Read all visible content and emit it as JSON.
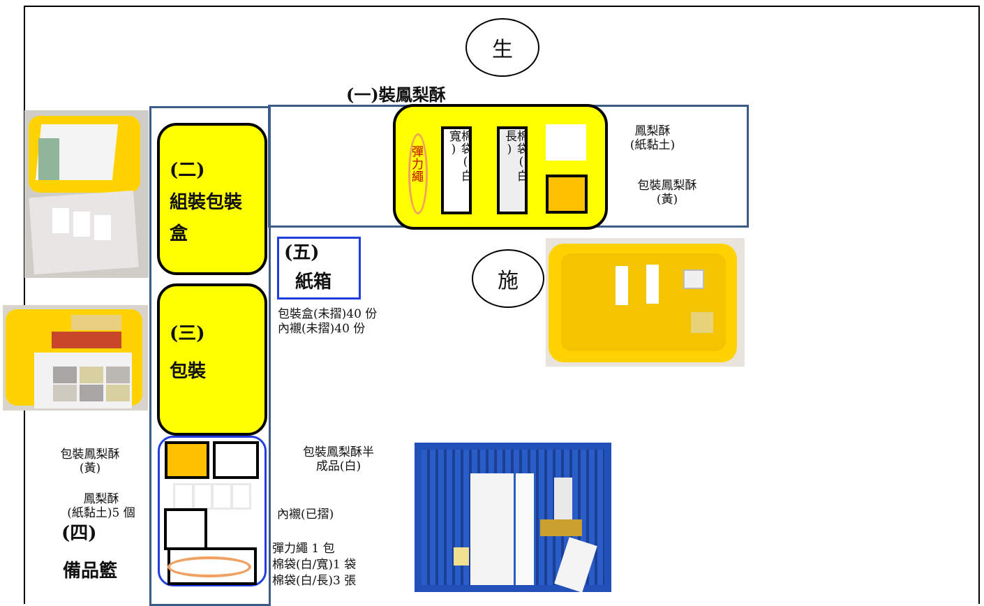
{
  "circles": {
    "student": "生",
    "instructor": "施"
  },
  "stations": {
    "s1": {
      "title": "(一)裝鳳梨酥"
    },
    "s2": {
      "line1": "(二)",
      "line2": "組裝包裝",
      "line3": "盒"
    },
    "s3": {
      "line1": "(三)",
      "line2": "包裝"
    },
    "s4": {
      "line1": "(四)",
      "line2": "備品籃"
    },
    "s5": {
      "line1": "(五)",
      "line2": "紙箱"
    }
  },
  "tray_items": {
    "elastic": "彈力繩",
    "bag_wide": "棉袋(白寬)",
    "bag_long": "棉袋(白長)"
  },
  "labels": {
    "pineapple_clay_1": "鳳梨酥",
    "pineapple_clay_2": "(紙黏土)",
    "wrapped_yellow_1": "包裝鳳梨酥",
    "wrapped_yellow_2": "(黃)",
    "box_unfolded": "包裝盒(未摺)40 份",
    "liner_unfolded": "內襯(未摺)40 份",
    "left_wrapped_1": "包裝鳳梨酥",
    "left_wrapped_2": "(黃)",
    "left_clay_1": "鳳梨酥",
    "left_clay_2": "(紙黏土)5 個",
    "semi_1": "包裝鳳梨酥半",
    "semi_2": "成品(白)",
    "liner_folded": "內襯(已摺)",
    "elastic_pack": "彈力繩 1 包",
    "bag_wide_count": "棉袋(白/寬)1 袋",
    "bag_long_count": "棉袋(白/長)3 張"
  },
  "colors": {
    "yellow": "#ffff00",
    "gold": "#ffc000",
    "navy": "#3b5b8a",
    "blue": "#1f3fe0",
    "orange": "#f0a060"
  },
  "icons": [
    "photo-assembled-box",
    "photo-packing-tray",
    "photo-tray-items",
    "photo-basket"
  ]
}
